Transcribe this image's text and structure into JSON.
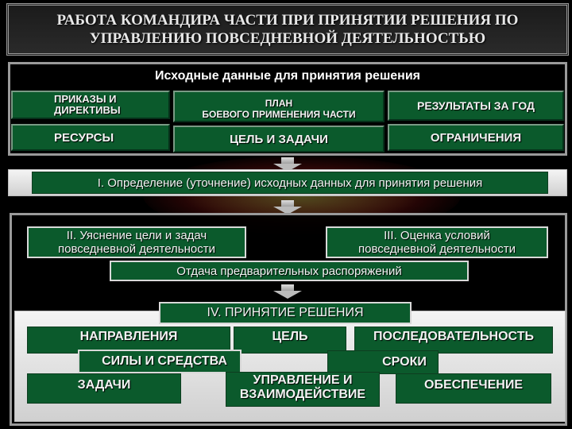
{
  "title": "РАБОТА КОМАНДИРА ЧАСТИ ПРИ ПРИНЯТИИ РЕШЕНИЯ ПО\nУПРАВЛЕНИЮ ПОВСЕДНЕВНОЙ ДЕЯТЕЛЬНОСТЬЮ",
  "inputs": {
    "header": "Исходные данные для принятия решения",
    "orders": "ПРИКАЗЫ И\nДИРЕКТИВЫ",
    "plan": "ПЛАН\nБОЕВОГО ПРИМЕНЕНИЯ ЧАСТИ",
    "results": "РЕЗУЛЬТАТЫ ЗА ГОД",
    "resources": "РЕСУРСЫ",
    "goal_tasks": "ЦЕЛЬ И ЗАДАЧИ",
    "limits": "ОГРАНИЧЕНИЯ"
  },
  "stage1": "I. Определение (уточнение) исходных данных для принятия решения",
  "stage2": "II. Уяснение цели и задач\nповседневной деятельности",
  "stage3": "III. Оценка условий\nповседневной деятельности",
  "preliminary": "Отдача предварительных распоряжений",
  "stage4": {
    "title": "IV. ПРИНЯТИЕ РЕШЕНИЯ",
    "directions": "НАПРАВЛЕНИЯ",
    "goal": "ЦЕЛЬ",
    "sequence": "ПОСЛЕДОВАТЕЛЬНОСТЬ",
    "forces": "СИЛЫ И СРЕДСТВА",
    "deadlines": "СРОКИ",
    "tasks": "ЗАДАЧИ",
    "control": "УПРАВЛЕНИЕ И\nВЗАИМОДЕЙСТВИЕ",
    "support": "ОБЕСПЕЧЕНИЕ"
  }
}
